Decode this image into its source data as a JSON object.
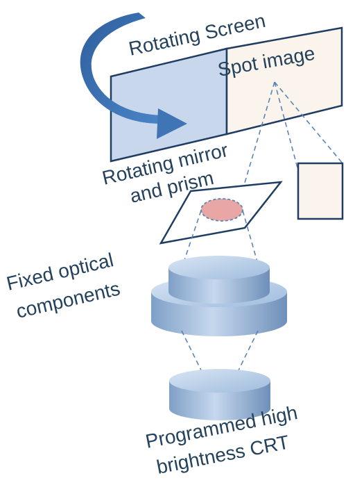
{
  "labels": {
    "rotating_screen": "Rotating Screen",
    "spot_image": "Spot image",
    "mirror_line1": "Rotating mirror",
    "mirror_line2": "and prism",
    "fixed_line1": "Fixed optical",
    "fixed_line2": "components",
    "crt_line1": "Programmed high",
    "crt_line2": "brightness CRT"
  },
  "colors": {
    "outline": "#1f3d63",
    "screen_left_fill": "#c9d7ec",
    "screen_right_fill": "#fbf4ec",
    "arrow": "#3f74b5",
    "spot": "#e8a7a5",
    "dashed": "#5b84b6",
    "cylinder": "#8eaed2",
    "text": "#24425c"
  },
  "icons": {
    "rotation": "curved-arrow-icon"
  }
}
